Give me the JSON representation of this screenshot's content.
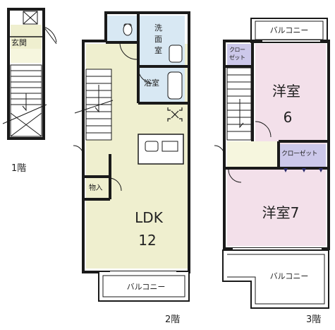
{
  "floors": {
    "first": {
      "label": "1階",
      "entrance": "玄関"
    },
    "second": {
      "label": "2階",
      "washroom_line1": "洗",
      "washroom_line2": "面",
      "washroom_line3": "室",
      "bathroom": "浴室",
      "storage": "物入",
      "ldk": "LDK",
      "ldk_size": "12",
      "balcony": "バルコニー"
    },
    "third": {
      "label": "3階",
      "balcony_top": "バルコニー",
      "closet_small_line1": "クロー",
      "closet_small_line2": "ゼット",
      "room_a": "洋室",
      "room_a_size": "6",
      "closet_mid": "クローゼット",
      "room_b": "洋室7",
      "balcony_bottom": "バルコニー"
    }
  },
  "colors": {
    "wall": "#1a1a1a",
    "ldk_fill": "#efefcf",
    "entrance_fill": "#efefcf",
    "room_fill": "#f3e0ea",
    "wet_fill": "#d8e8f3",
    "closet_fill": "#ccc8ea",
    "hall_fill": "#f6f6de"
  }
}
